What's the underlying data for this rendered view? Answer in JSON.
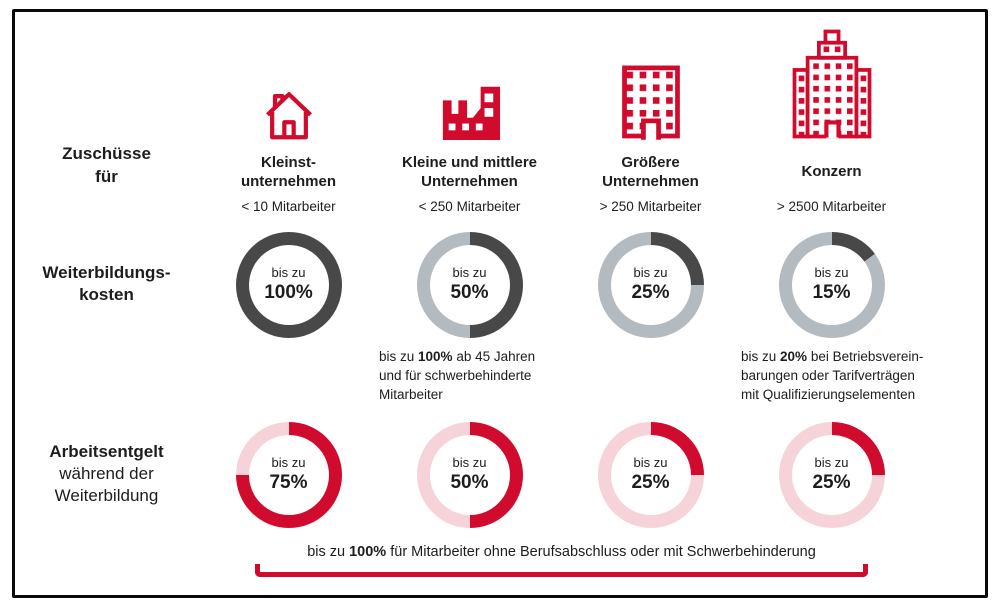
{
  "colors": {
    "red": "#d00b2e",
    "dark": "#484848",
    "light_gray": "#b3bbc1",
    "light_pink": "#f6d3d9",
    "text": "#1d1d1b",
    "border": "#0a0a0a"
  },
  "header": {
    "row_label": "Zuschüsse\nfür",
    "columns": [
      {
        "icon": "house-icon",
        "title": "Kleinst-\nunternehmen",
        "subtitle": "< 10 Mitarbeiter"
      },
      {
        "icon": "factory-icon",
        "title": "Kleine und mittlere\nUnternehmen",
        "subtitle": "< 250 Mitarbeiter"
      },
      {
        "icon": "office-building-icon",
        "title": "Größere\nUnternehmen",
        "subtitle": "> 250 Mitarbeiter"
      },
      {
        "icon": "skyscraper-icon",
        "title": "Konzern",
        "subtitle": "> 2500 Mitarbeiter"
      }
    ]
  },
  "rows": [
    {
      "label_bold": "Weiterbildungs-\nkosten",
      "label_regular": "",
      "theme": "gray",
      "donuts": [
        {
          "prefix": "bis zu",
          "value": "100%",
          "percent": 100
        },
        {
          "prefix": "bis zu",
          "value": "50%",
          "percent": 50
        },
        {
          "prefix": "bis zu",
          "value": "25%",
          "percent": 25
        },
        {
          "prefix": "bis zu",
          "value": "15%",
          "percent": 15
        }
      ]
    },
    {
      "label_bold": "Arbeitsentgelt",
      "label_regular": "während der\nWeiterbildung",
      "theme": "red",
      "donuts": [
        {
          "prefix": "bis zu",
          "value": "75%",
          "percent": 75
        },
        {
          "prefix": "bis zu",
          "value": "50%",
          "percent": 50
        },
        {
          "prefix": "bis zu",
          "value": "25%",
          "percent": 25
        },
        {
          "prefix": "bis zu",
          "value": "25%",
          "percent": 25
        }
      ]
    }
  ],
  "notes": [
    {
      "pre": "bis zu ",
      "strong": "100%",
      "post": " ab 45 Jahren\nund für schwerbehinderte\nMitarbeiter"
    },
    {
      "pre": "bis zu ",
      "strong": "20%",
      "post": " bei Betriebsverein-\nbarungen oder Tarifverträgen\nmit Qualifizierungselementen"
    }
  ],
  "footer": {
    "pre": "bis zu ",
    "strong": "100%",
    "post": " für Mitarbeiter ohne Berufsabschluss oder mit Schwerbehinderung"
  },
  "chart_data": [
    {
      "type": "pie",
      "variant": "donut-row",
      "title": "Weiterbildungskosten",
      "categories": [
        "Kleinstunternehmen (< 10 Mitarbeiter)",
        "Kleine und mittlere Unternehmen (< 250 Mitarbeiter)",
        "Größere Unternehmen (> 250 Mitarbeiter)",
        "Konzern (> 2500 Mitarbeiter)"
      ],
      "values": [
        100,
        50,
        25,
        15
      ],
      "unit": "percent",
      "value_labels": [
        "bis zu 100%",
        "bis zu 50%",
        "bis zu 25%",
        "bis zu 15%"
      ],
      "annotations": [
        "bis zu 100% ab 45 Jahren und für schwerbehinderte Mitarbeiter (Spalte: Kleine und mittlere Unternehmen)",
        "bis zu 20% bei Betriebsvereinbarungen oder Tarifverträgen mit Qualifizierungselementen (Spalte: Konzern)"
      ],
      "fill_color": "#484848",
      "rest_color": "#b3bbc1"
    },
    {
      "type": "pie",
      "variant": "donut-row",
      "title": "Arbeitsentgelt während der Weiterbildung",
      "categories": [
        "Kleinstunternehmen (< 10 Mitarbeiter)",
        "Kleine und mittlere Unternehmen (< 250 Mitarbeiter)",
        "Größere Unternehmen (> 250 Mitarbeiter)",
        "Konzern (> 2500 Mitarbeiter)"
      ],
      "values": [
        75,
        50,
        25,
        25
      ],
      "unit": "percent",
      "value_labels": [
        "bis zu 75%",
        "bis zu 50%",
        "bis zu 25%",
        "bis zu 25%"
      ],
      "annotations": [
        "bis zu 100% für Mitarbeiter ohne Berufsabschluss oder mit Schwerbehinderung (alle Spalten)"
      ],
      "fill_color": "#d00b2e",
      "rest_color": "#f6d3d9"
    }
  ]
}
